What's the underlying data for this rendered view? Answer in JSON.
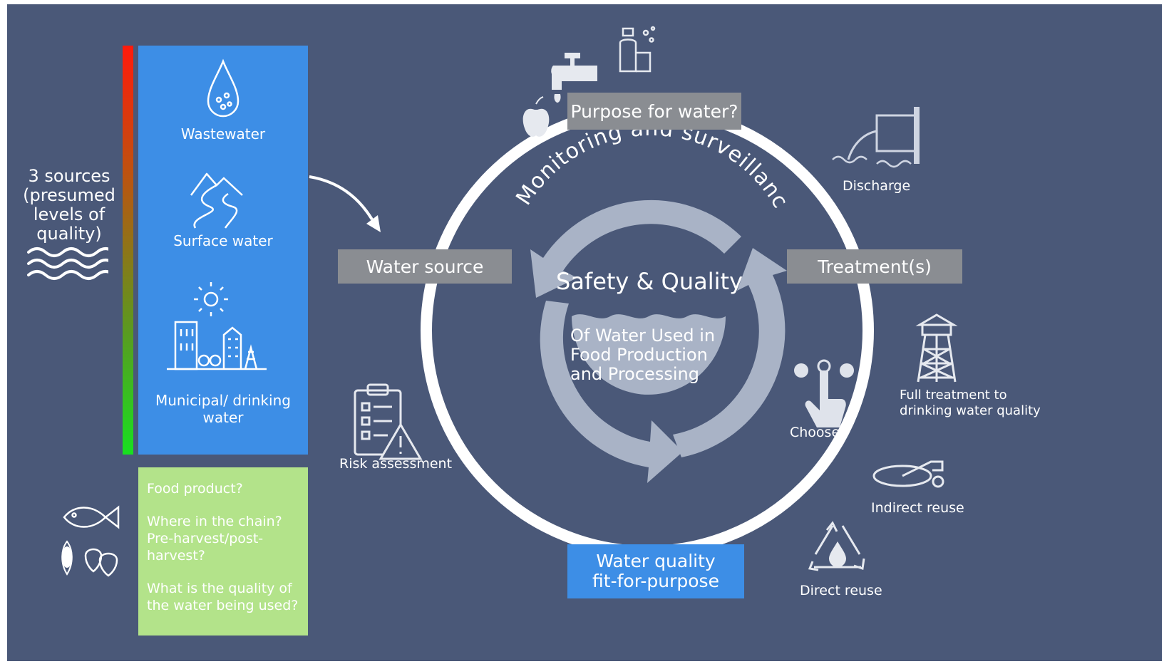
{
  "sources_heading": "3 sources (presumed levels of quality)",
  "sources": [
    {
      "label": "Wastewater",
      "icon": "water-drop-icon"
    },
    {
      "label": "Surface water",
      "icon": "river-mountain-icon"
    },
    {
      "label": "Municipal/ drinking water",
      "icon": "city-sun-icon"
    }
  ],
  "questions": [
    "Food product?",
    "Where in the chain? Pre-harvest/post-harvest?",
    "What is the quality of the water being used?"
  ],
  "cycle": {
    "ring_text": "Monitoring and surveillance",
    "center_title": "Safety & Quality",
    "center_sub": [
      "Of Water Used in",
      "Food Production",
      "and Processing"
    ]
  },
  "steps": {
    "purpose": "Purpose for water?",
    "water_source": "Water source",
    "treatment": "Treatment(s)",
    "water_quality": [
      "Water quality",
      "fit-for-purpose"
    ]
  },
  "icon_labels": {
    "discharge": "Discharge",
    "risk": "Risk assessment",
    "choose": "Choose",
    "full_treatment": "Full treatment to drinking water quality",
    "indirect": "Indirect reuse",
    "direct": "Direct reuse"
  },
  "colors": {
    "background": "#4a5878",
    "blue_box": "#3d8ee6",
    "green_box": "#b3e38a",
    "gray_box": "#8a8d92",
    "cycle_arrows": "#a9b3c6"
  }
}
